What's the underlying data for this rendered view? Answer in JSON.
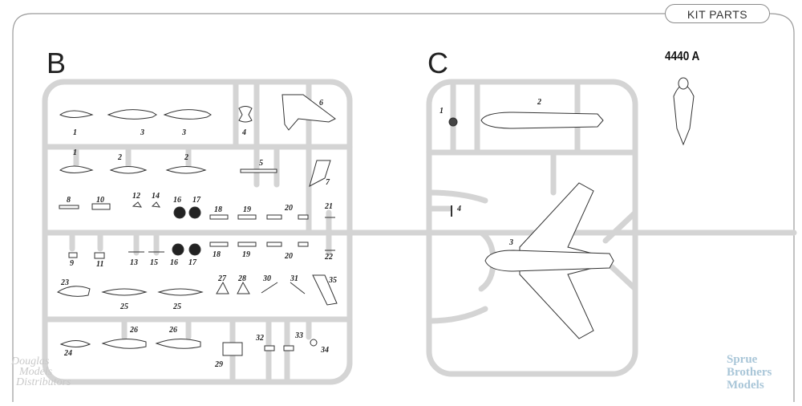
{
  "header": {
    "tab_label": "KIT PARTS"
  },
  "sprues": {
    "b_letter": "B",
    "c_letter": "C"
  },
  "kit_number": "4440 A",
  "logos": {
    "left": {
      "line1": "Douglas",
      "line2": "Models",
      "line3": "Distributors"
    },
    "right": {
      "line1": "Sprue",
      "line2": "Brothers",
      "line3": "Models"
    }
  },
  "parts_b": [
    {
      "n": "1"
    },
    {
      "n": "3"
    },
    {
      "n": "3"
    },
    {
      "n": "4"
    },
    {
      "n": "6"
    },
    {
      "n": "1"
    },
    {
      "n": "2"
    },
    {
      "n": "2"
    },
    {
      "n": "5"
    },
    {
      "n": "7"
    },
    {
      "n": "8"
    },
    {
      "n": "10"
    },
    {
      "n": "12"
    },
    {
      "n": "14"
    },
    {
      "n": "16"
    },
    {
      "n": "17"
    },
    {
      "n": "18"
    },
    {
      "n": "19"
    },
    {
      "n": "20"
    },
    {
      "n": "21"
    },
    {
      "n": "9"
    },
    {
      "n": "11"
    },
    {
      "n": "13"
    },
    {
      "n": "15"
    },
    {
      "n": "16"
    },
    {
      "n": "17"
    },
    {
      "n": "18"
    },
    {
      "n": "19"
    },
    {
      "n": "20"
    },
    {
      "n": "22"
    },
    {
      "n": "23"
    },
    {
      "n": "25"
    },
    {
      "n": "25"
    },
    {
      "n": "27"
    },
    {
      "n": "28"
    },
    {
      "n": "30"
    },
    {
      "n": "31"
    },
    {
      "n": "35"
    },
    {
      "n": "24"
    },
    {
      "n": "26"
    },
    {
      "n": "26"
    },
    {
      "n": "29"
    },
    {
      "n": "32"
    },
    {
      "n": "33"
    },
    {
      "n": "34"
    }
  ],
  "parts_c": [
    {
      "n": "1"
    },
    {
      "n": "2"
    },
    {
      "n": "4"
    },
    {
      "n": "3"
    }
  ],
  "colors": {
    "sprue": "#d4d4d4",
    "frame": "#9a9a9a",
    "part_line": "#333333"
  }
}
